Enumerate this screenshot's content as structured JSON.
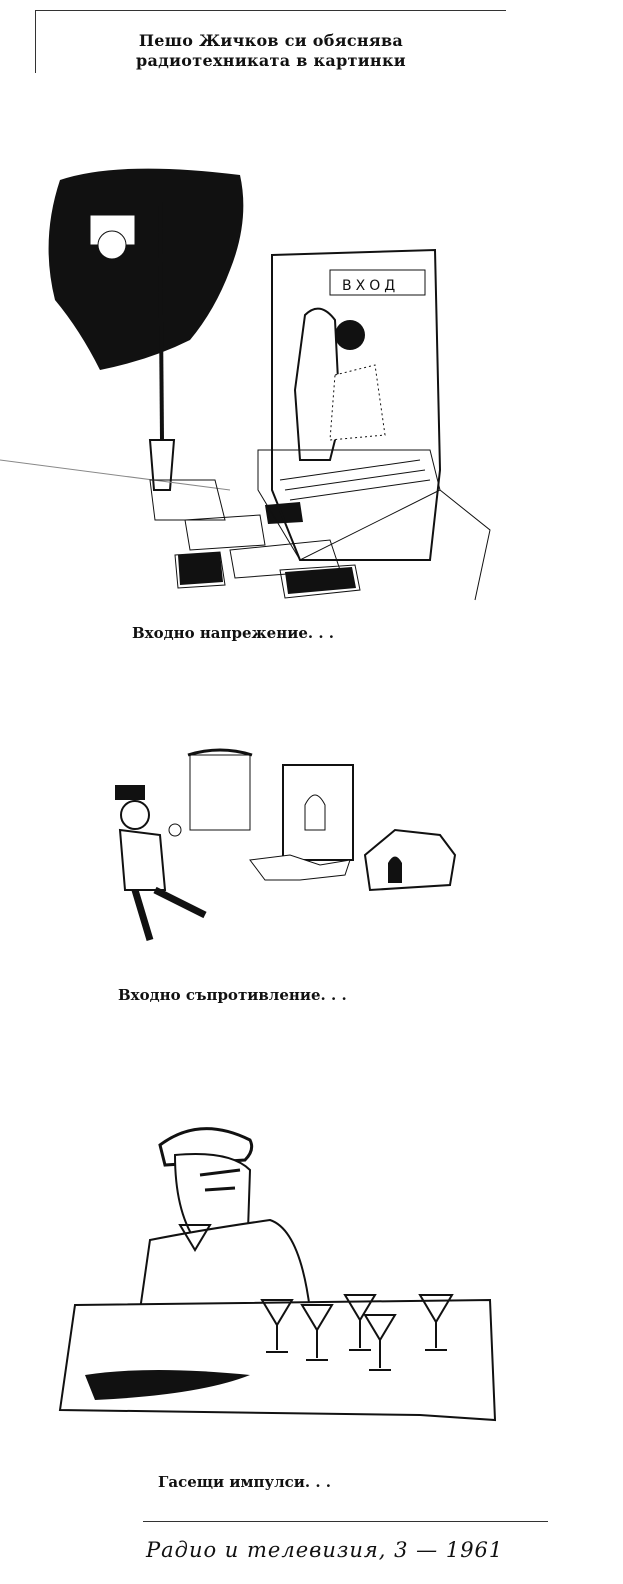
{
  "header": {
    "title_line1": "Пешо Жичков си обяснява",
    "title_line2": "радиотехниката в картинки"
  },
  "cartoons": [
    {
      "sign_text": "ВХОД",
      "caption": "Входно напрежение. . ."
    },
    {
      "caption": "Входно съпротивление. . ."
    },
    {
      "caption": "Гасещи импулси. . ."
    }
  ],
  "footer": {
    "publication": "Радио и телевизия, 3 — 1961"
  }
}
